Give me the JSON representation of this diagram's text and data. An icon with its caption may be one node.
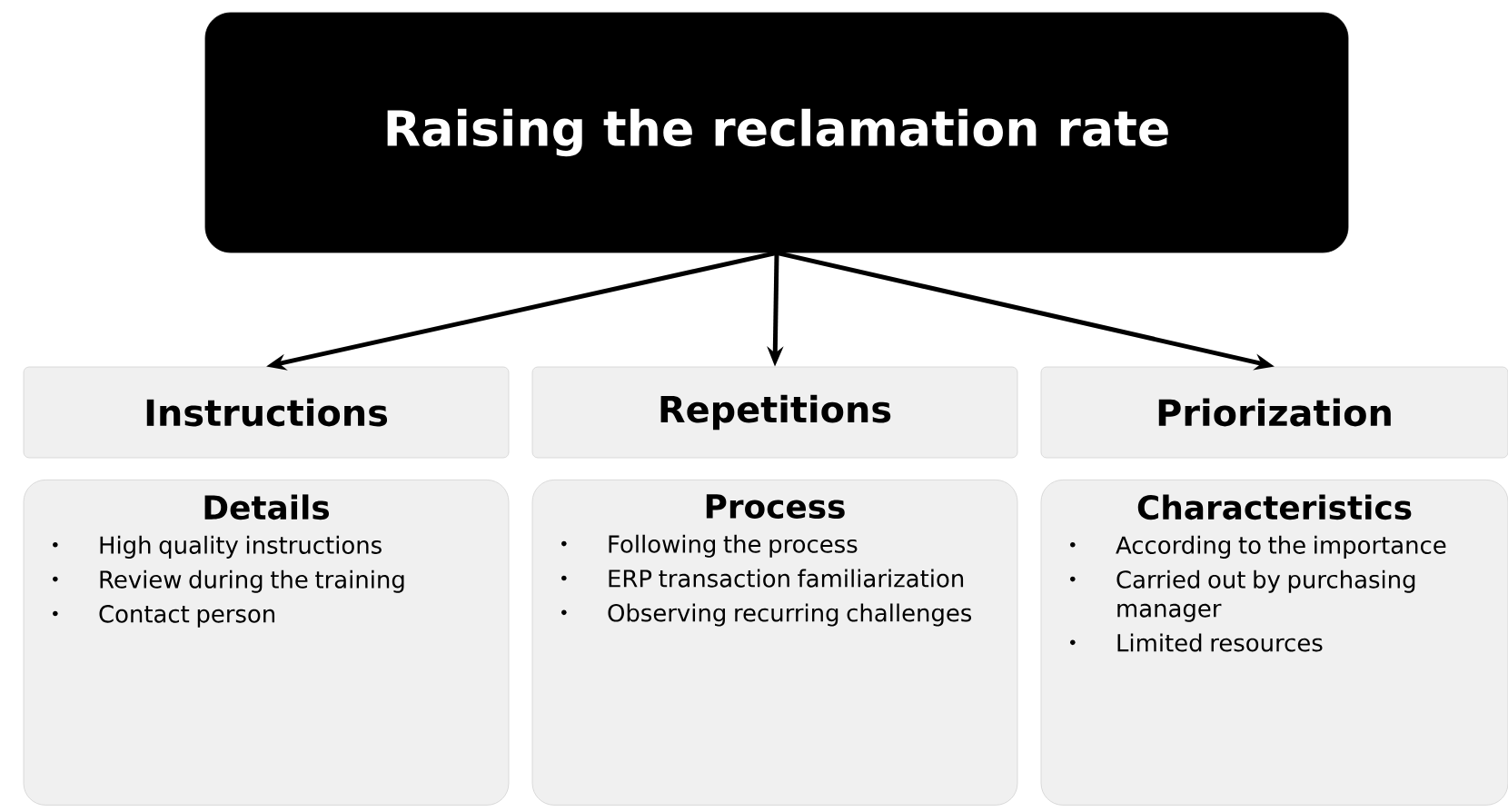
{
  "diagram": {
    "nodes": [
      {
        "text": [
          "Raising the reclamation rate"
        ]
      },
      {
        "text": [
          "Instructions"
        ]
      },
      {
        "text": [
          "Repetitions"
        ]
      },
      {
        "text": [
          "Priorization"
        ]
      },
      {
        "text": [
          "Details",
          "High quality instructions",
          "Review during the training",
          "Contact person"
        ]
      },
      {
        "text": [
          "Process",
          "Following the process",
          "ERP transaction familiarization",
          "Observing recurring challenges"
        ]
      },
      {
        "text": [
          "Characteristics",
          "According to the importance",
          "Carried out by purchasing manager",
          "Limited resources"
        ]
      }
    ],
    "edges": [
      {
        "from": 0,
        "to": 1,
        "arrow": "to"
      },
      {
        "from": 0,
        "to": 2,
        "arrow": "to"
      },
      {
        "from": 0,
        "to": 3,
        "arrow": "to"
      }
    ]
  }
}
